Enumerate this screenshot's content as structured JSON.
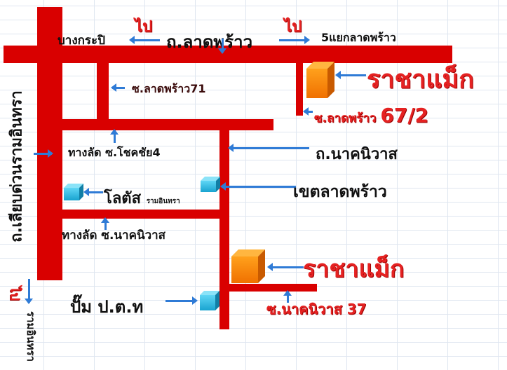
{
  "roads": {
    "lat_phrao": "ถ.ลาดพร้าว",
    "liap_duan": "ถ.เลียบด่วนรามอินทรา",
    "nak_niwat": "ถ.นาคนิวาส",
    "soi_71": "ซ.ลาดพร้าว71",
    "soi_67_2_prefix": "ซ.ลาดพร้าว",
    "soi_67_2_number": "67/2",
    "soi_37": "ซ.นาคนิวาส 37",
    "shortcut_chokchai": "ทางลัด ซ.โชคชัย4",
    "shortcut_nak_niwat": "ทางลัด ซ.นาคนิวาส"
  },
  "directions": {
    "to_label": "ไป",
    "bang_kapi": "บางกระปิ",
    "five_intersection": "5แยกลาดพร้าว",
    "ram_intra": "รามอินทรา"
  },
  "landmarks": {
    "rachamek_1": "ราชาแม็ก",
    "rachamek_2": "ราชาแม็ก",
    "lotus": "โลตัส",
    "lotus_sub": "รามอินทรา",
    "district": "เขตลาดพร้าว",
    "ptt": "ปั๊ม ป.ต.ท"
  },
  "colors": {
    "road": "#d90000",
    "arrow": "#2f7bd6",
    "highlight": "#e52222",
    "store": "#ff8a00",
    "marker": "#29b6e0"
  }
}
